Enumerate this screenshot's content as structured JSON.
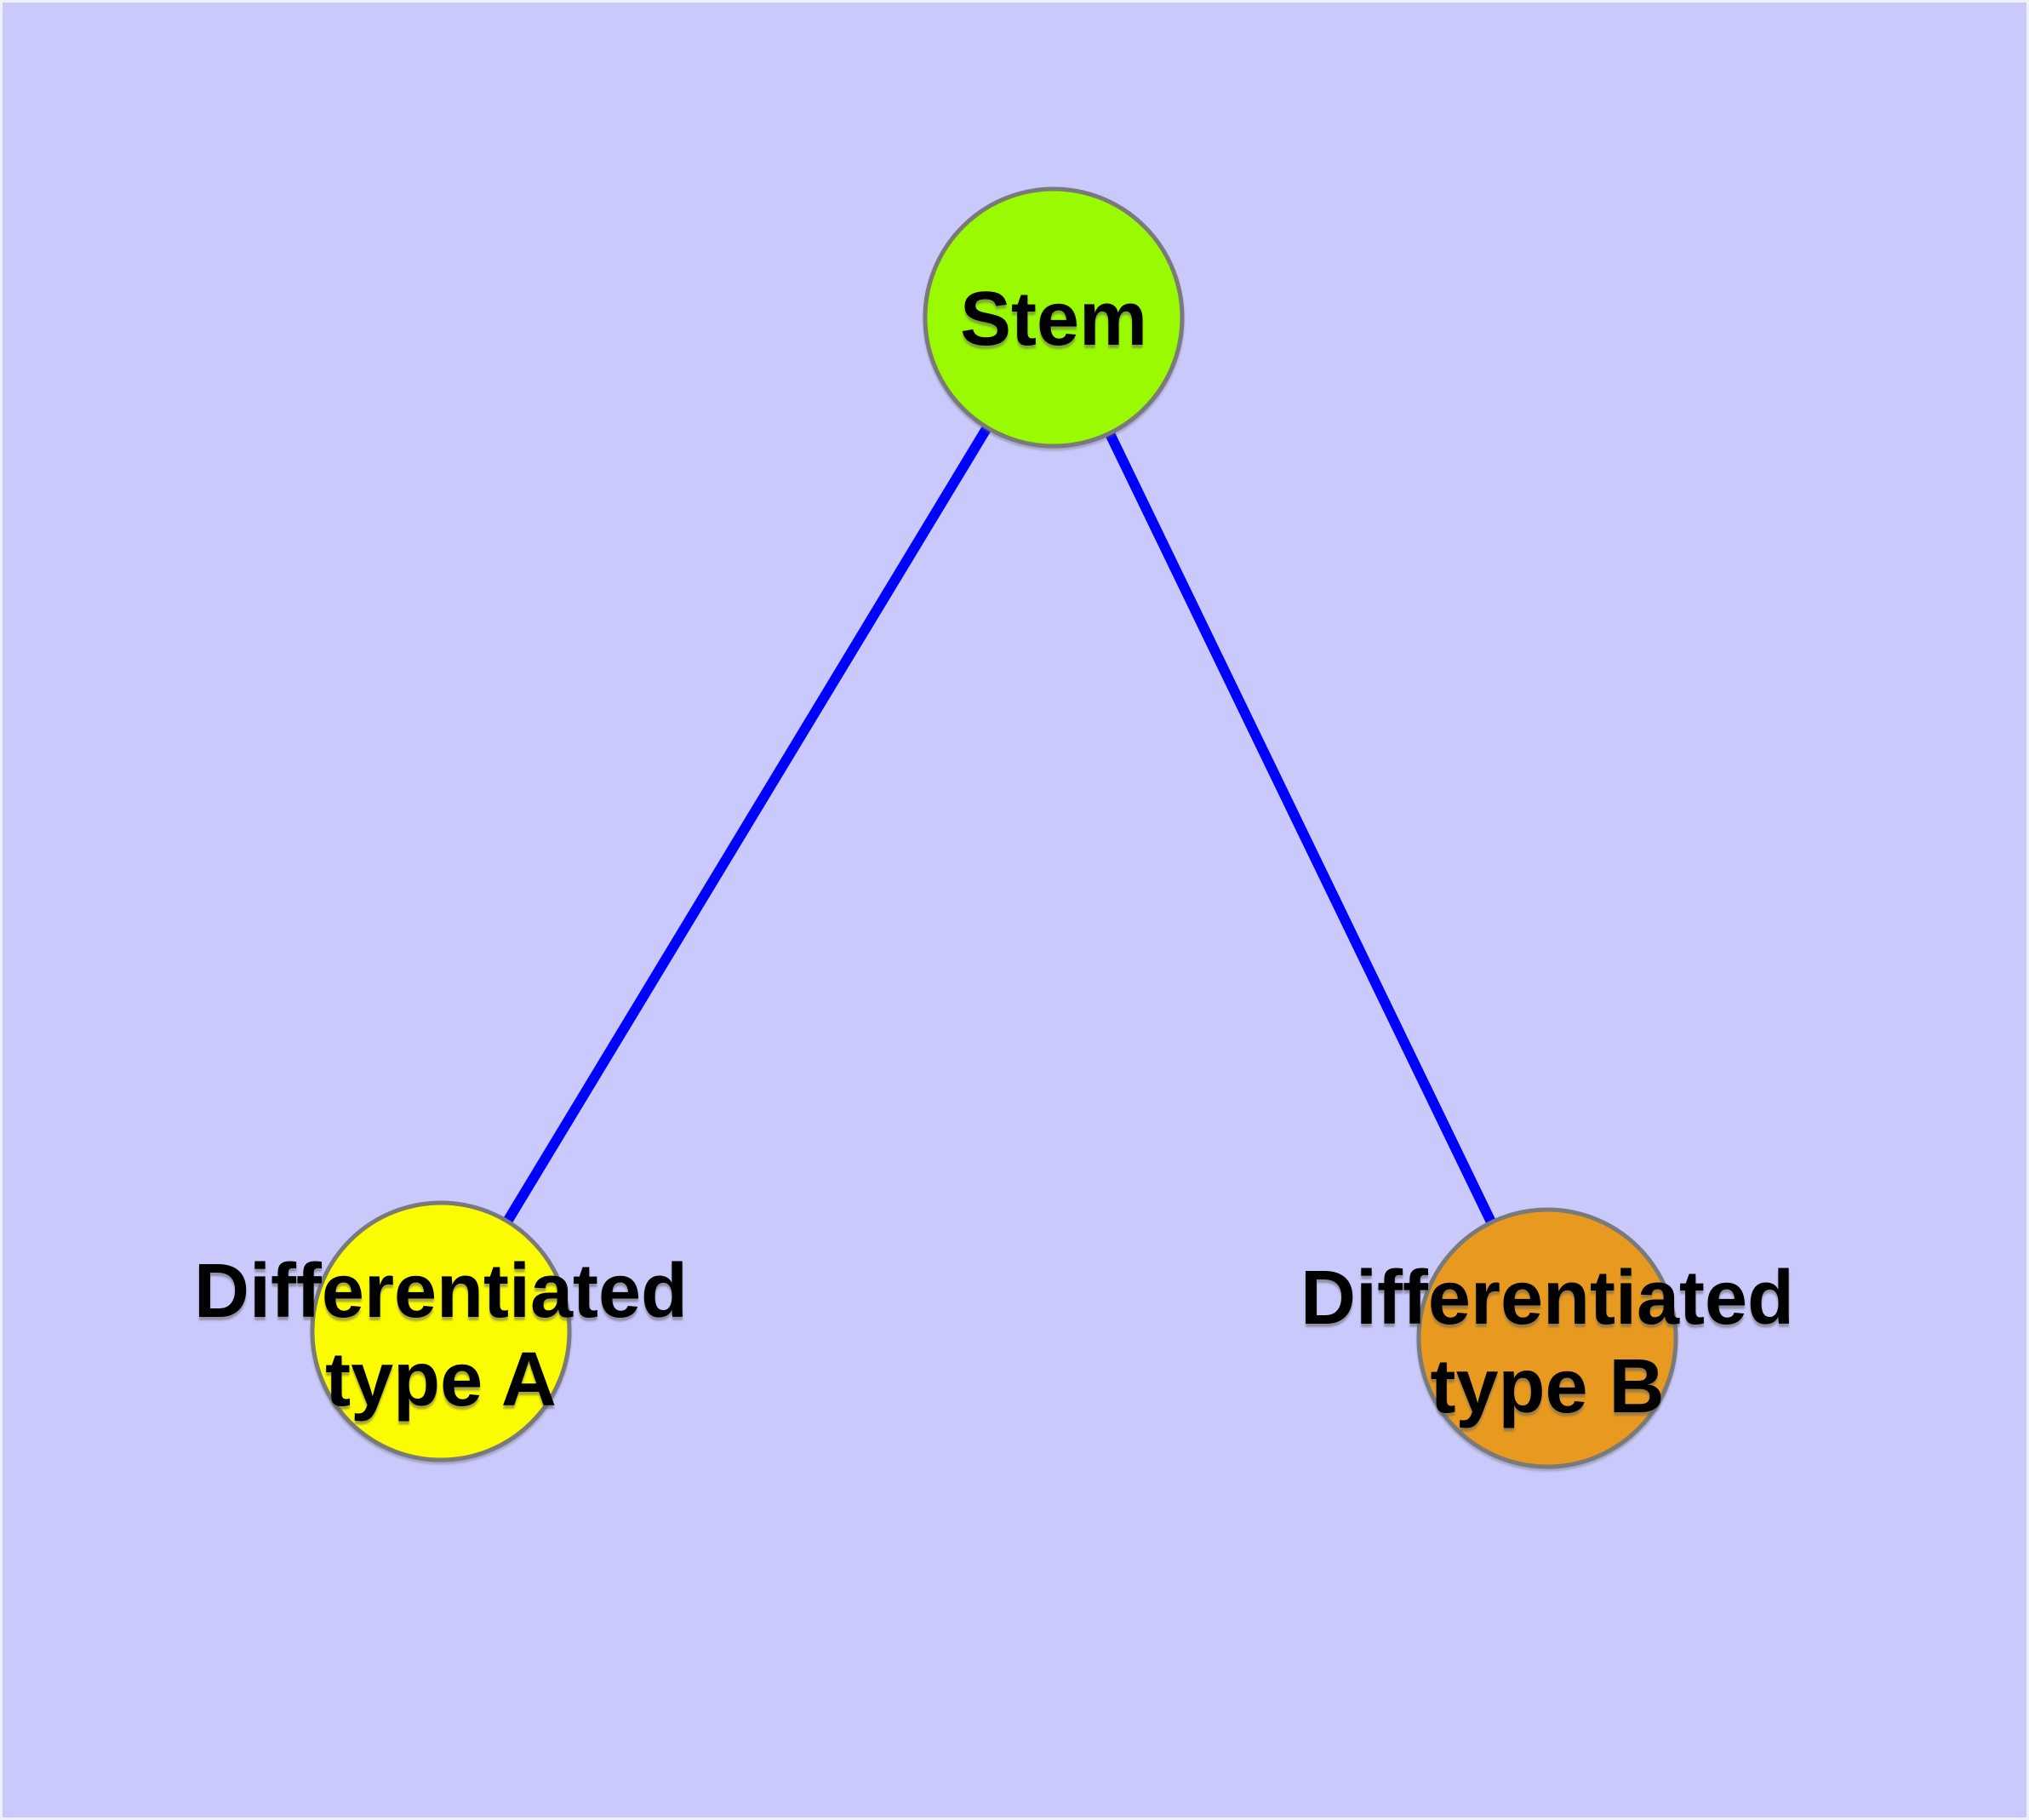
{
  "diagram_title": "",
  "nodes": {
    "stem": {
      "label": "Stem",
      "fill": "#9AFB00"
    },
    "type_a": {
      "label": "Differentiated type A",
      "label_line1": "Differentiated",
      "label_line2": "type A",
      "fill": "#FCFC00"
    },
    "type_b": {
      "label": "Differentiated type B",
      "label_line1": "Differentiated",
      "label_line2": "type B",
      "fill": "#E79A1F"
    }
  },
  "edges": [
    {
      "from": "Stem",
      "to": "Differentiated type A"
    },
    {
      "from": "Stem",
      "to": "Differentiated type B"
    }
  ],
  "colors": {
    "background": "#C9C9FB",
    "page_margin": "#F0F0FE",
    "edge": "#0000FF",
    "node_border": "#7A7A7A",
    "label": "#000000"
  }
}
